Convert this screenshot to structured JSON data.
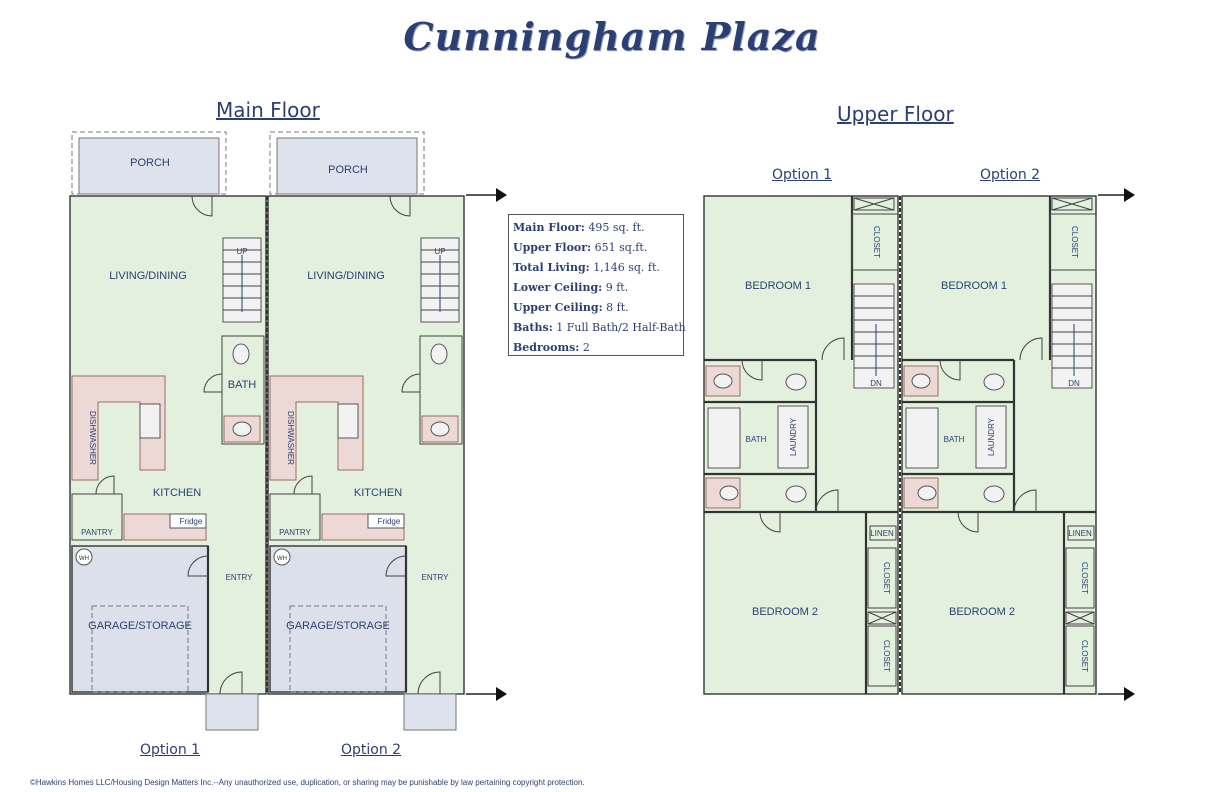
{
  "title": "Cunningham Plaza",
  "main_floor": {
    "heading": "Main Floor",
    "rooms": {
      "porch": "PORCH",
      "living": "LIVING/DINING",
      "bath": "BATH",
      "kitchen": "KITCHEN",
      "pantry": "PANTRY",
      "fridge": "Fridge",
      "garage": "GARAGE/STORAGE",
      "entry": "ENTRY",
      "up": "UP",
      "wh": "WH",
      "dishwasher": "DISHWASHER"
    },
    "options": [
      "Option 1",
      "Option 2"
    ]
  },
  "upper_floor": {
    "heading": "Upper Floor",
    "rooms": {
      "bedroom1": "BEDROOM 1",
      "bedroom2": "BEDROOM 2",
      "bath": "BATH",
      "laundry": "LAUNDRY",
      "closet": "CLOSET",
      "linen": "LINEN",
      "dn": "DN"
    },
    "options": [
      "Option 1",
      "Option 2"
    ]
  },
  "specs": [
    {
      "label": "Main Floor:",
      "value": "495 sq. ft."
    },
    {
      "label": "Upper Floor:",
      "value": "651 sq.ft."
    },
    {
      "label": "Total Living:",
      "value": "1,146 sq. ft."
    },
    {
      "label": "Lower Ceiling:",
      "value": "9 ft."
    },
    {
      "label": "Upper Ceiling:",
      "value": "8 ft."
    },
    {
      "label": "Baths:",
      "value": "1 Full Bath/2 Half-Bath"
    },
    {
      "label": "Bedrooms:",
      "value": "2"
    }
  ],
  "copyright": "©Hawkins Homes LLC/Housing Design Matters Inc.--Any unauthorized use, duplication, or sharing may be punishable by law pertaining copyright protection."
}
